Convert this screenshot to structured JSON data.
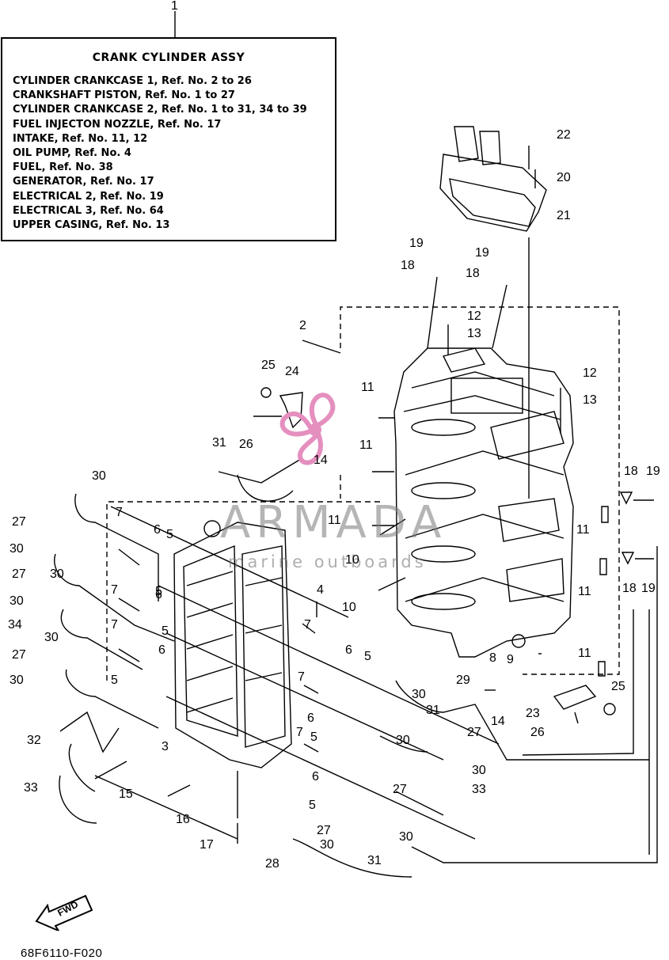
{
  "info_box": {
    "title": "CRANK CYLINDER ASSY",
    "lines": [
      "CYLINDER CRANKCASE 1, Ref. No. 2 to 26",
      "CRANKSHAFT PISTON,   Ref. No. 1 to 27",
      "CYLINDER CRANKCASE 2, Ref. No. 1 to 31, 34 to 39",
      "FUEL INJECTON NOZZLE,  Ref. No. 17",
      "INTAKE,  Ref. No. 11, 12",
      "OIL PUMP, Ref. No. 4",
      "FUEL,  Ref. No. 38",
      "GENERATOR,  Ref. No. 17",
      "ELECTRICAL 2,  Ref. No. 19",
      "ELECTRICAL 3,  Ref. No. 64",
      "UPPER CASING,  Ref. No. 13"
    ]
  },
  "callouts": [
    "1",
    "2",
    "3",
    "4",
    "5",
    "6",
    "7",
    "8",
    "9",
    "10",
    "11",
    "12",
    "13",
    "14",
    "15",
    "16",
    "17",
    "18",
    "19",
    "20",
    "21",
    "22",
    "23",
    "24",
    "25",
    "26",
    "27",
    "28",
    "29",
    "30",
    "31",
    "32",
    "33",
    "34"
  ],
  "fwd_label": "FWD",
  "diagram_code": "68F6110-F020",
  "watermark": {
    "brand": "ARMADA",
    "tagline": "marine outboards",
    "logo_color": "#e58fbf"
  }
}
